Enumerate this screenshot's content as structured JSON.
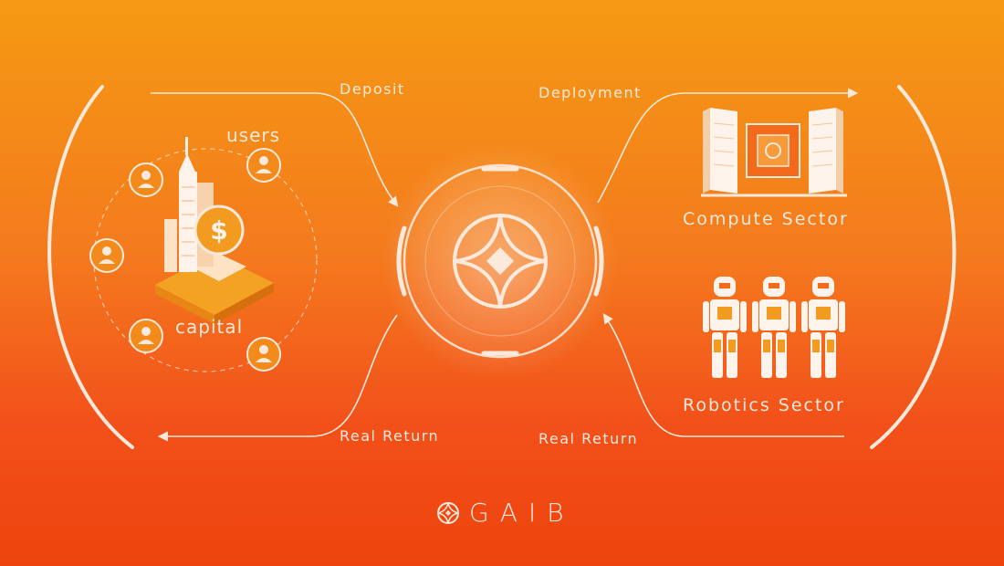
{
  "flows": {
    "deposit": "Deposit",
    "deployment": "Deployment",
    "real_return_left": "Real Return",
    "real_return_right": "Real Return"
  },
  "left_group": {
    "users_label": "users",
    "capital_label": "capital"
  },
  "sectors": {
    "compute": "Compute Sector",
    "robotics": "Robotics Sector"
  },
  "brand": {
    "name": "GAIB"
  },
  "colors": {
    "cream": "#fbe9dc",
    "orange": "#f28a1c",
    "accent": "#f39a20"
  }
}
